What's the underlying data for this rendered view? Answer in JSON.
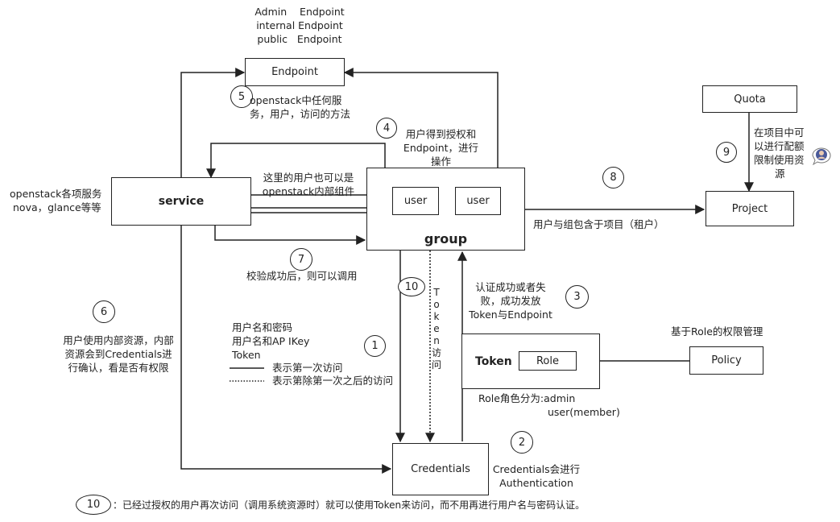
{
  "nodes": {
    "endpoint": "Endpoint",
    "quota": "Quota",
    "service": "service",
    "group": "group",
    "user_a": "user",
    "user_b": "user",
    "project": "Project",
    "token": "Token",
    "role": "Role",
    "policy": "Policy",
    "credentials": "Credentials"
  },
  "endpoint_types": [
    "Admin    Endpoint",
    "internal Endpoint",
    "public   Endpoint"
  ],
  "badges": [
    "1",
    "2",
    "3",
    "4",
    "5",
    "6",
    "7",
    "8",
    "9",
    "10",
    "10"
  ],
  "notes": {
    "n5": [
      "openstack中任何服",
      "务，用户，访问的方法"
    ],
    "n4": [
      "用户得到授权和",
      "Endpoint，进行",
      "操作"
    ],
    "n9": [
      "在项目中可",
      "以进行配额",
      "限制使用资",
      "源"
    ],
    "service_desc": [
      "openstack各项服务",
      "nova，glance等等"
    ],
    "service_user": [
      "这里的用户也可以是",
      "openstack内部组件"
    ],
    "n8": "用户与组包含于项目（租户）",
    "n7": "校验成功后，则可以调用",
    "n3": [
      "认证成功或者失",
      "败，成功发放",
      "Token与Endpoint"
    ],
    "n6": [
      "用户使用内部资源，内部",
      "资源会到Credentials进",
      "行确认，看是否有权限"
    ],
    "creds_list": [
      "用户名和密码",
      "用户名和AP IKey",
      "Token"
    ],
    "legend_solid": "表示第一次访问",
    "legend_dotted": "表示第除第一次之后的访问",
    "token_access": [
      "T",
      "o",
      "k",
      "e",
      "n",
      "访",
      "问"
    ],
    "role_based": "基于Role的权限管理",
    "role_split": [
      "Role角色分为:admin",
      "user(member)"
    ],
    "n2": [
      "Credentials会进行",
      "Authentication"
    ],
    "footer": "：已经过授权的用户再次访问（调用系统资源时）就可以使用Token来访问，而不用再进行用户名与密码认证。"
  },
  "colors": {
    "line": "#222222",
    "avatar": "#4a5a9a"
  },
  "icons": [
    "user-avatar-icon"
  ]
}
